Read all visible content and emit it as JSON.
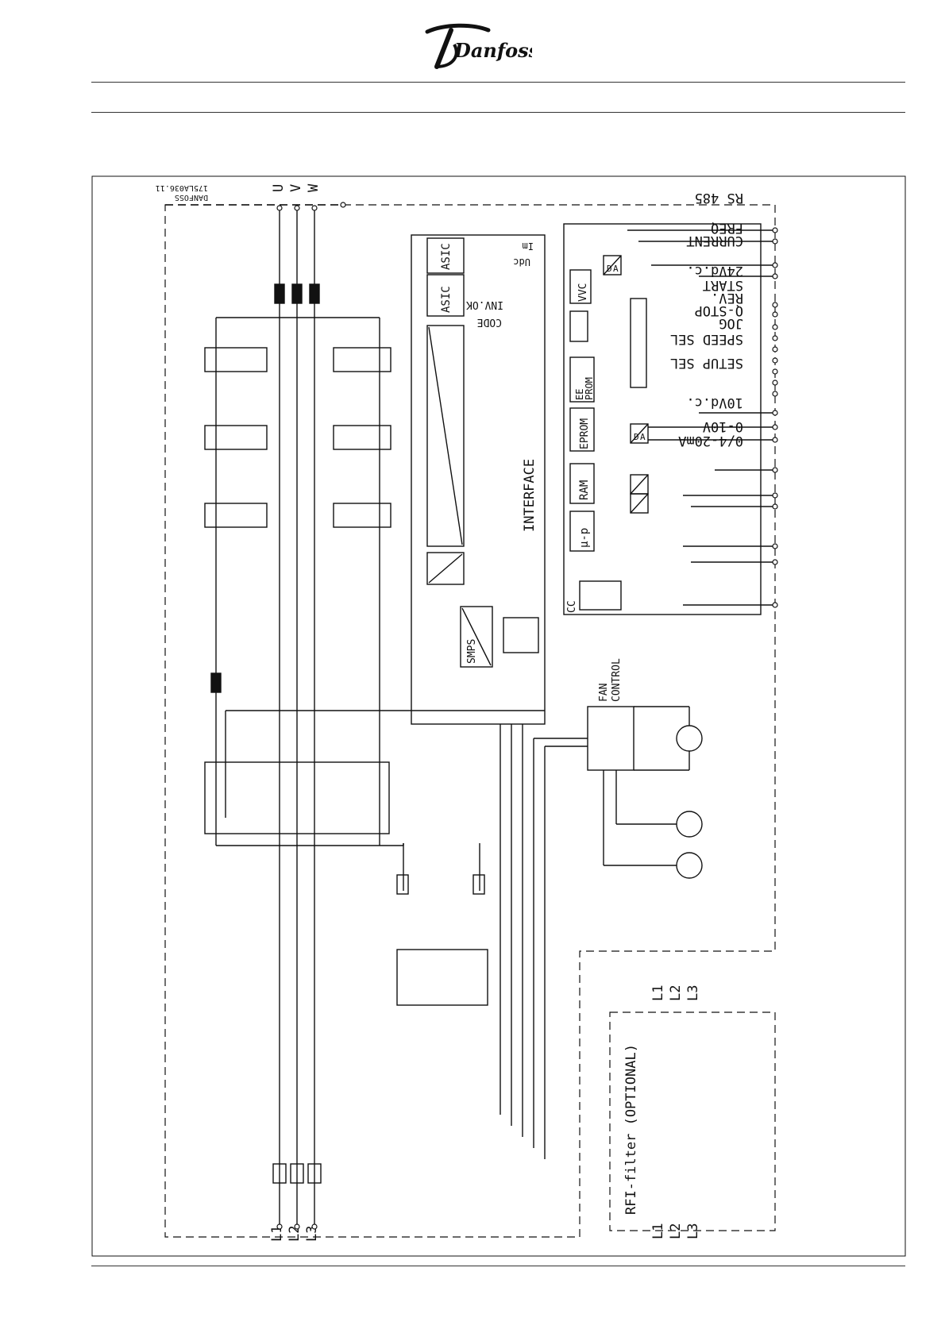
{
  "brand": {
    "logo_text": "Danfoss"
  },
  "diagram": {
    "drawing_code_1": "175LA036.11",
    "drawing_code_2": "DANFOSS",
    "output_terminals": [
      "U",
      "V",
      "W"
    ],
    "mains_terminals": [
      "L1",
      "L2",
      "L3"
    ],
    "rfi_terminals": [
      "L1",
      "L2",
      "L3"
    ],
    "rfi_input_terminals": [
      "L1",
      "L2",
      "L3"
    ],
    "rfi_label": "RFI-filter (OPTIONAL)",
    "interface_label": "INTERFACE",
    "asic_1": "ASIC",
    "asic_2": "ASIC",
    "signal_im": "Im",
    "signal_udc": "Udc",
    "signal_inv_ok": "INV.OK",
    "signal_code": "CODE",
    "vvc_label": "VVC",
    "smps_label": "SMPS",
    "fan_control_line1": "FAN",
    "fan_control_line2": "CONTROL",
    "control_card_label": "CC",
    "mu_p": "μ-p",
    "ram": "RAM",
    "eprom": "EPROM",
    "eeprom_line1": "EE",
    "eeprom_line2": "PROM",
    "da_1_top": "D",
    "da_1_bottom": "A",
    "da_2_top": "D",
    "da_2_bottom": "A",
    "control_terminals": [
      {
        "label": "0/4-20mA"
      },
      {
        "label": "0-10V"
      },
      {
        "label": "10Vd.c."
      },
      {
        "label": "SETUP SEL"
      },
      {
        "label": "SPEED SEL"
      },
      {
        "label": "JOG"
      },
      {
        "label": "Q-STOP"
      },
      {
        "label": "REV."
      },
      {
        "label": "START"
      },
      {
        "label": "24Vd.c."
      },
      {
        "label": "CURRENT"
      },
      {
        "label": "FREQ"
      },
      {
        "label": "RS 485"
      }
    ]
  }
}
